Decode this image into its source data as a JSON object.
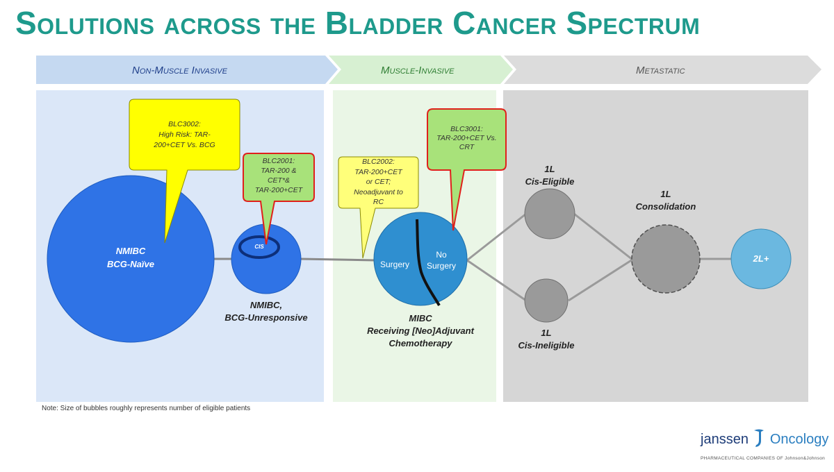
{
  "title": "Solutions across the Bladder Cancer Spectrum",
  "phases": [
    {
      "label": "Non-Muscle Invasive",
      "color": "#c5d9f1",
      "text_color": "#1f3f8a"
    },
    {
      "label": "Muscle-Invasive",
      "color": "#d7f0d2",
      "text_color": "#2e7d32"
    },
    {
      "label": "Metastatic",
      "color": "#dcdcdc",
      "text_color": "#555555"
    }
  ],
  "panels": {
    "nmi_color": "#dbe7f8",
    "mi_color": "#eaf6e6",
    "met_color": "#d6d6d6"
  },
  "bubbles": {
    "nmibc_naive": {
      "line1": "NMIBC",
      "line2": "BCG-Naïve"
    },
    "nmibc_unresponsive": {
      "label_line1": "NMIBC,",
      "label_line2": "BCG-Unresponsive",
      "cis": "CIS"
    },
    "mibc": {
      "left": "Surgery",
      "right_line1": "No",
      "right_line2": "Surgery",
      "label_line1": "MIBC",
      "label_line2": "Receiving [Neo]Adjuvant",
      "label_line3": "Chemotherapy"
    },
    "cis_eligible": {
      "line1": "1L",
      "line2": "Cis-Eligible"
    },
    "cis_ineligible": {
      "line1": "1L",
      "line2": "Cis-Ineligible"
    },
    "consolidation": {
      "line1": "1L",
      "line2": "Consolidation"
    },
    "second_line": {
      "label": "2L+"
    }
  },
  "callouts": {
    "blc3002": {
      "line1": "BLC3002:",
      "line2": "High Risk: TAR-",
      "line3": "200+CET Vs. BCG"
    },
    "blc2001": {
      "line1": "BLC2001:",
      "line2": "TAR-200 &",
      "line3": "CET*&",
      "line4": "TAR-200+CET"
    },
    "blc2002": {
      "line1": "BLC2002:",
      "line2": "TAR-200+CET",
      "line3": "or CET;",
      "line4": "Neoadjuvant to",
      "line5": "RC"
    },
    "blc3001": {
      "line1": "BLC3001:",
      "line2": "TAR-200+CET Vs.",
      "line3": "CRT"
    }
  },
  "note": "Note: Size of bubbles roughly represents number of eligible patients",
  "logo": {
    "janssen": "janssen",
    "oncology": "Oncology",
    "sub": "PHARMACEUTICAL COMPANIES OF Johnson&Johnson"
  },
  "colors": {
    "title": "#1e9a8c",
    "bubble_blue": "#2f73e6",
    "bubble_teal": "#2f8fd0",
    "bubble_gray": "#9a9a9a",
    "bubble_light_blue": "#6bb8e0",
    "callout_yellow": "#ffff00",
    "callout_green": "#a8e27a",
    "callout_red_border": "#e0201b"
  }
}
